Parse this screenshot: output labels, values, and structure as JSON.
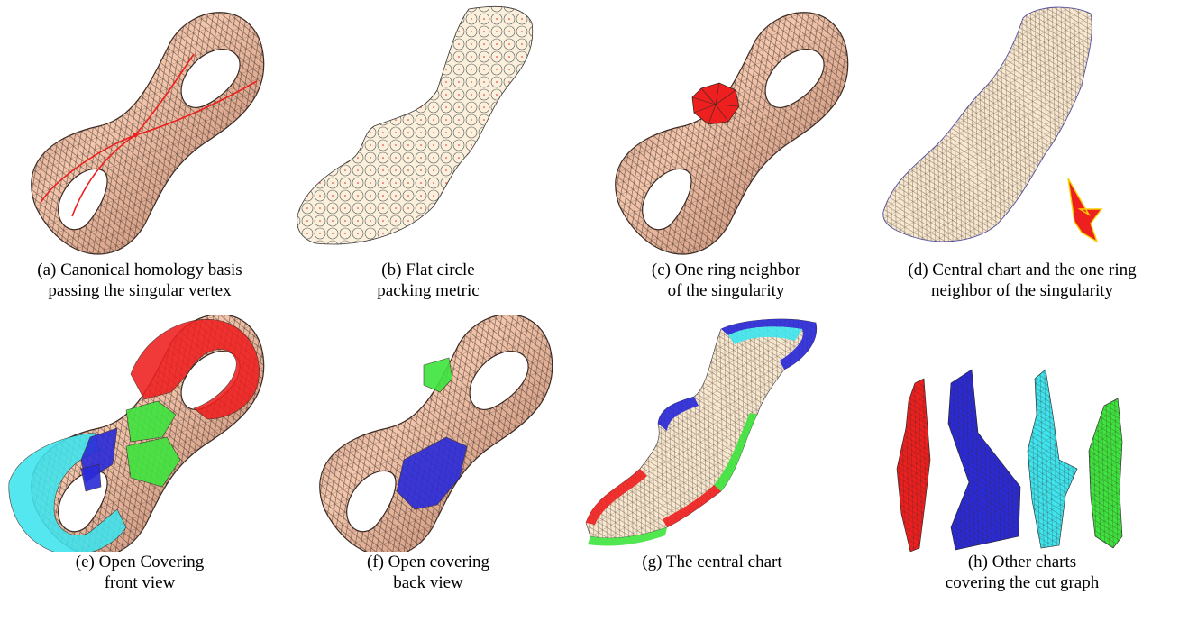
{
  "colors": {
    "mesh_fill": "#d9967e",
    "mesh_light": "#f5cdb5",
    "mesh_edge": "#3a2a24",
    "flat_fill": "#f8e8cf",
    "red": "#ee1f1f",
    "blue": "#2a2ad8",
    "cyan": "#3ee4ee",
    "green": "#3ee43e"
  },
  "panels": [
    {
      "id": "a",
      "caption": [
        "(a) Canonical homology basis",
        "passing the singular vertex"
      ]
    },
    {
      "id": "b",
      "caption": [
        "(b) Flat circle",
        "packing metric"
      ]
    },
    {
      "id": "c",
      "caption": [
        "(c) One ring neighbor",
        "of the singularity"
      ]
    },
    {
      "id": "d",
      "caption": [
        "(d) Central chart and the one ring",
        "neighbor of the singularity"
      ]
    },
    {
      "id": "e",
      "caption": [
        "(e) Open Covering",
        "front view"
      ]
    },
    {
      "id": "f",
      "caption": [
        "(f) Open covering",
        "back view"
      ]
    },
    {
      "id": "g",
      "caption": [
        "(g) The central chart"
      ]
    },
    {
      "id": "h",
      "caption": [
        "(h) Other charts",
        "covering the cut graph"
      ]
    }
  ]
}
